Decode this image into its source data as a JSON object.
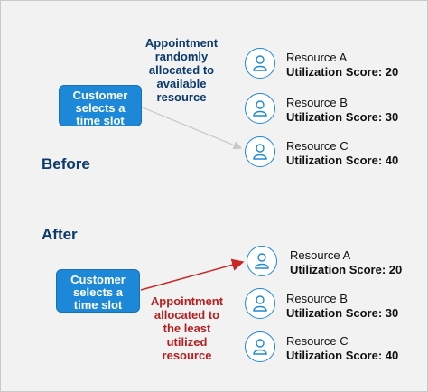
{
  "before": {
    "label": "Before",
    "customer_lines": [
      "Customer",
      "selects a",
      "time slot"
    ],
    "caption_lines": [
      "Appointment",
      "randomly",
      "allocated to",
      "available",
      "resource"
    ],
    "resources": [
      {
        "name": "Resource A",
        "score": "Utilization Score: 20"
      },
      {
        "name": "Resource B",
        "score": "Utilization Score: 30"
      },
      {
        "name": "Resource C",
        "score": "Utilization Score: 40"
      }
    ]
  },
  "after": {
    "label": "After",
    "customer_lines": [
      "Customer",
      "selects a",
      "time slot"
    ],
    "caption_lines": [
      "Appointment",
      "allocated to",
      "the least",
      "utilized",
      "resource"
    ],
    "resources": [
      {
        "name": "Resource A",
        "score": "Utilization Score: 20"
      },
      {
        "name": "Resource B",
        "score": "Utilization Score: 30"
      },
      {
        "name": "Resource C",
        "score": "Utilization Score: 40"
      }
    ]
  },
  "colors": {
    "customer_box": "#1e88d8",
    "before_text": "#0b3a6b",
    "after_caption": "#b51f1f",
    "before_arrow": "#c8c8c8",
    "after_arrow": "#c62828",
    "icon_border": "#1e88d8"
  },
  "icons": {
    "resource": "person-icon"
  }
}
